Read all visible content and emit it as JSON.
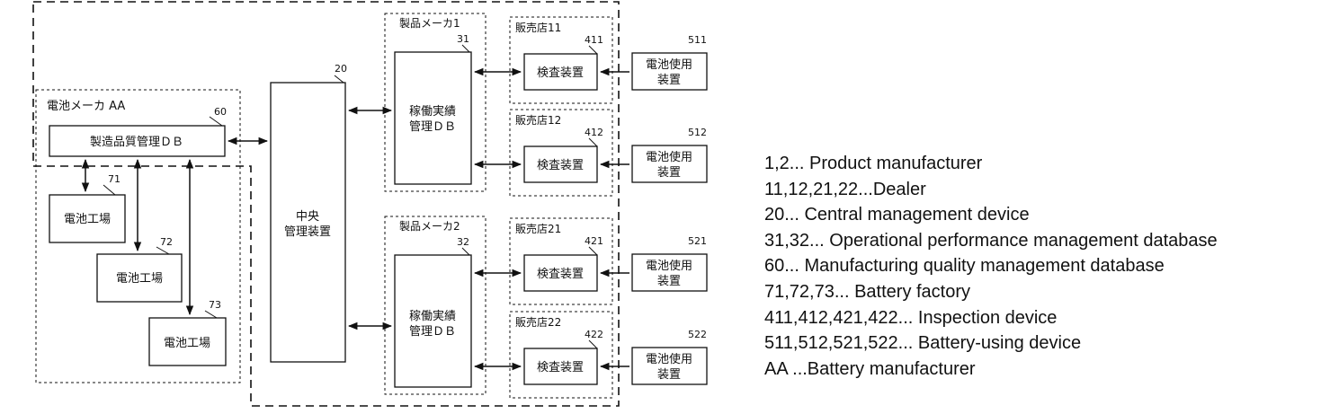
{
  "diagram": {
    "battery_maker": {
      "label": "電池メーカ AA",
      "ref": "60"
    },
    "quality_db": {
      "label": "製造品質管理ＤＢ"
    },
    "factories": [
      {
        "label": "電池工場",
        "ref": "71"
      },
      {
        "label": "電池工場",
        "ref": "72"
      },
      {
        "label": "電池工場",
        "ref": "73"
      }
    ],
    "central": {
      "label_line1": "中央",
      "label_line2": "管理装置",
      "ref": "20"
    },
    "product_makers": [
      {
        "label": "製品メーカ1",
        "ref": "31",
        "db_line1": "稼働実績",
        "db_line2": "管理ＤＢ"
      },
      {
        "label": "製品メーカ2",
        "ref": "32",
        "db_line1": "稼働実績",
        "db_line2": "管理ＤＢ"
      }
    ],
    "dealers": [
      {
        "label": "販売店11",
        "inspect_ref": "411",
        "inspect_label": "検査装置",
        "device_ref": "511",
        "device_line1": "電池使用",
        "device_line2": "装置"
      },
      {
        "label": "販売店12",
        "inspect_ref": "412",
        "inspect_label": "検査装置",
        "device_ref": "512",
        "device_line1": "電池使用",
        "device_line2": "装置"
      },
      {
        "label": "販売店21",
        "inspect_ref": "421",
        "inspect_label": "検査装置",
        "device_ref": "521",
        "device_line1": "電池使用",
        "device_line2": "装置"
      },
      {
        "label": "販売店22",
        "inspect_ref": "422",
        "inspect_label": "検査装置",
        "device_ref": "522",
        "device_line1": "電池使用",
        "device_line2": "装置"
      }
    ]
  },
  "legend": [
    "1,2... Product manufacturer",
    "11,12,21,22...Dealer",
    "20...  Central management device",
    "31,32... Operational performance management database",
    "60...  Manufacturing quality management database",
    "71,72,73... Battery factory",
    "411,412,421,422... Inspection device",
    "511,512,521,522... Battery-using device",
    "AA ...Battery manufacturer"
  ]
}
